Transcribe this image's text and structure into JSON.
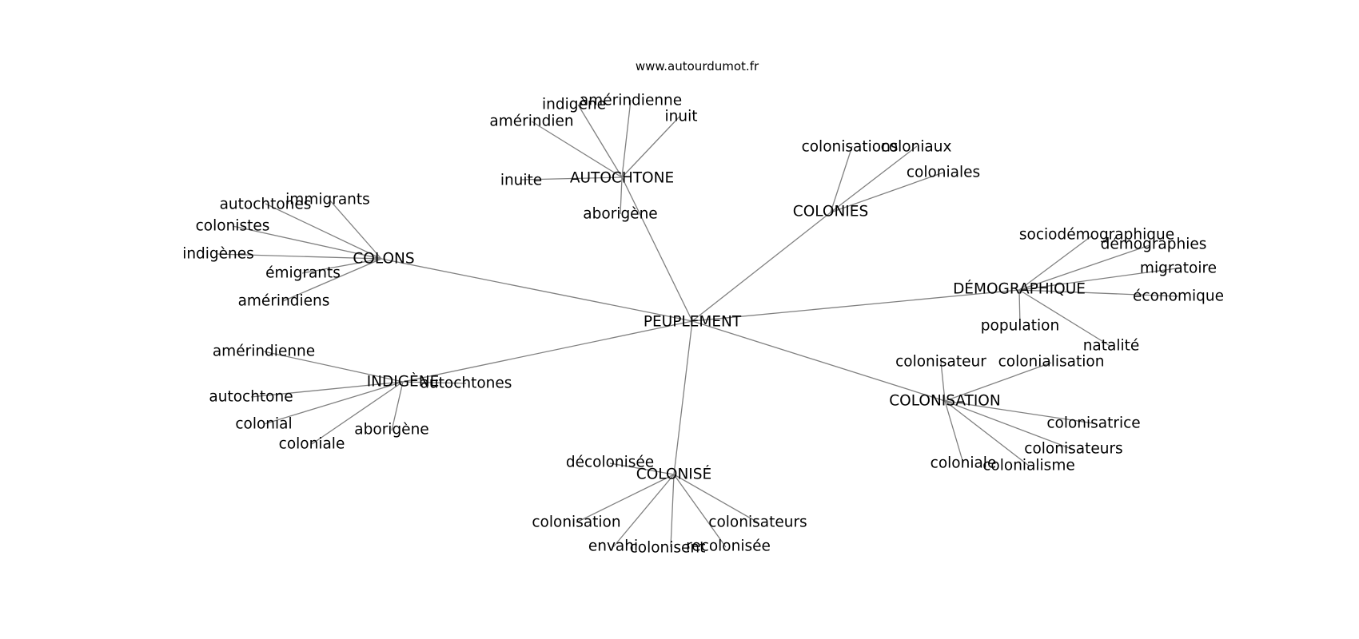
{
  "site": "www.autourdumot.fr",
  "center": "PEUPLEMENT",
  "hubs": [
    {
      "id": "autochtone",
      "label": "AUTOCHTONE",
      "words": [
        "amérindienne",
        "indigène",
        "inuit",
        "amérindien",
        "inuite",
        "aborigène"
      ]
    },
    {
      "id": "colonies",
      "label": "COLONIES",
      "words": [
        "colonisations",
        "coloniaux",
        "coloniales"
      ]
    },
    {
      "id": "colons",
      "label": "COLONS",
      "words": [
        "immigrants",
        "autochtones",
        "colonistes",
        "indigènes",
        "émigrants",
        "amérindiens"
      ]
    },
    {
      "id": "demographique",
      "label": "DÉMOGRAPHIQUE",
      "words": [
        "sociodémographique",
        "démographies",
        "migratoire",
        "économique",
        "population",
        "natalité"
      ]
    },
    {
      "id": "indigene",
      "label": "INDIGÈNE",
      "words": [
        "amérindienne",
        "autochtones",
        "autochtone",
        "colonial",
        "coloniale",
        "aborigène"
      ]
    },
    {
      "id": "colonisation",
      "label": "COLONISATION",
      "words": [
        "colonisateur",
        "colonialisation",
        "colonisatrice",
        "colonisateurs",
        "coloniale",
        "colonialisme"
      ]
    },
    {
      "id": "colonise",
      "label": "COLONISÉ",
      "words": [
        "décolonisée",
        "colonisation",
        "colonisateurs",
        "envahi",
        "colonisent",
        "recolonisée"
      ]
    }
  ],
  "colors": {
    "edge": "#808080",
    "text": "#000000",
    "background": "#ffffff"
  }
}
